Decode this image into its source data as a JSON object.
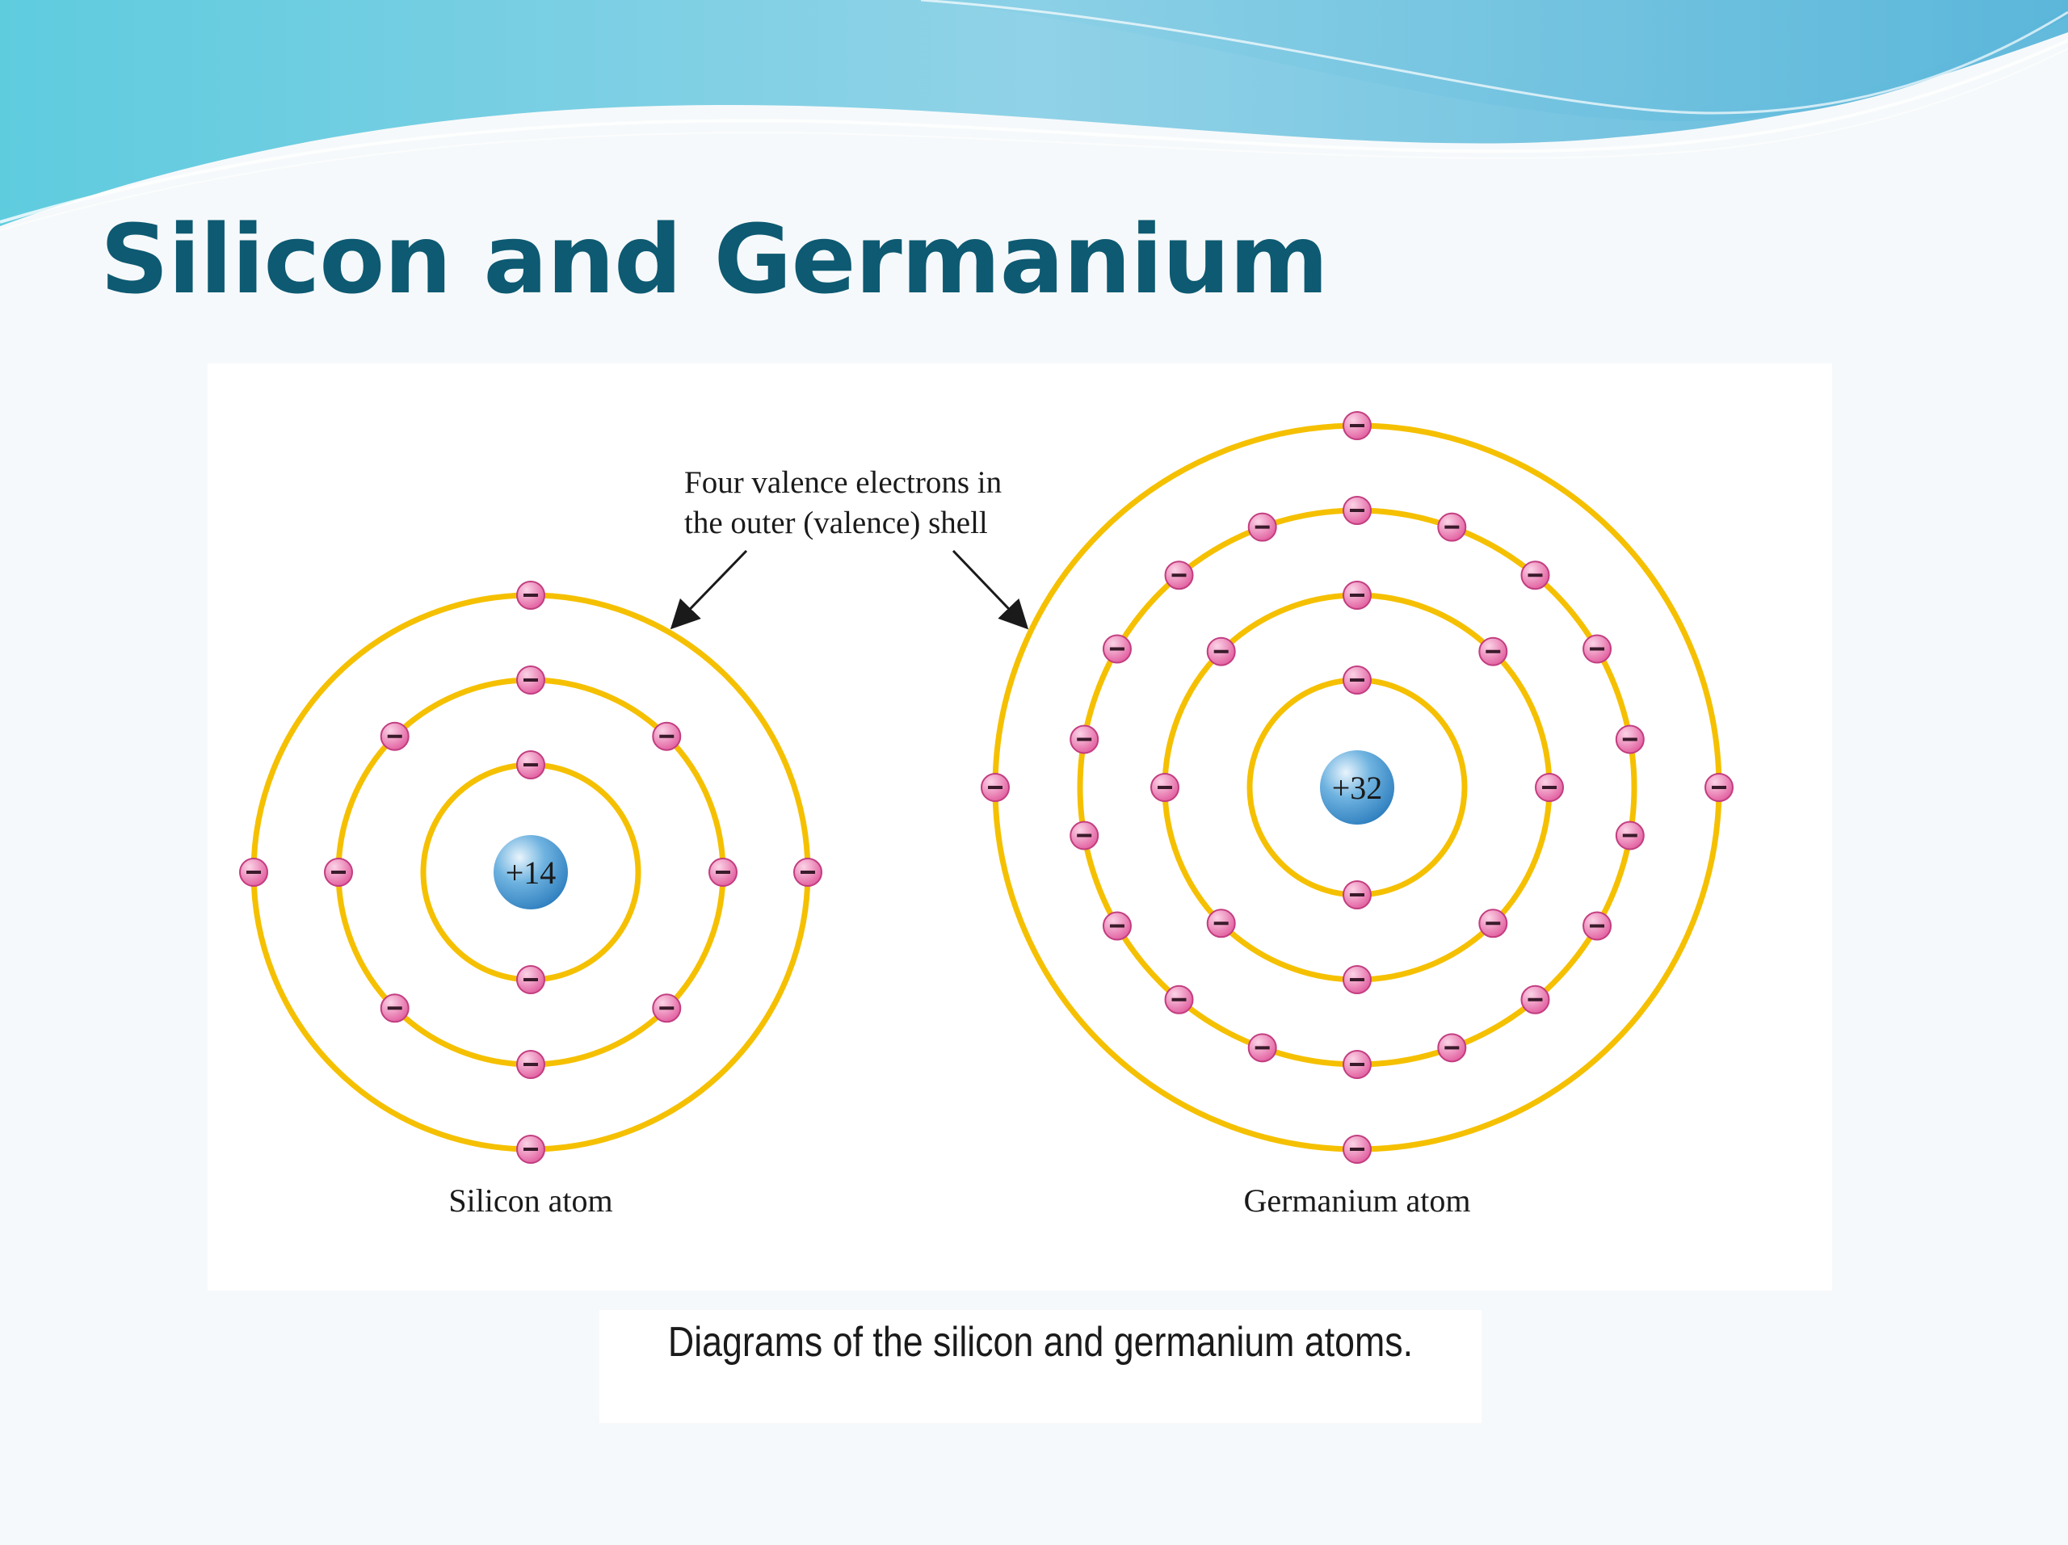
{
  "slide": {
    "title": "Silicon and Germanium",
    "caption": "Diagrams of the silicon and germanium atoms.",
    "colors": {
      "title": "#0d5a72",
      "orbit": "#f5c000",
      "electron": "#e0559a",
      "nucleus": "#3a8fc9"
    }
  },
  "diagram": {
    "annotation": {
      "line1": "Four valence electrons in",
      "line2": "the outer (valence) shell"
    },
    "atoms": [
      {
        "id": "silicon",
        "label": "Silicon atom",
        "nucleus": "+14",
        "shells": [
          2,
          8,
          4
        ]
      },
      {
        "id": "germanium",
        "label": "Germanium atom",
        "nucleus": "+32",
        "shells": [
          2,
          8,
          18,
          4
        ]
      }
    ]
  }
}
